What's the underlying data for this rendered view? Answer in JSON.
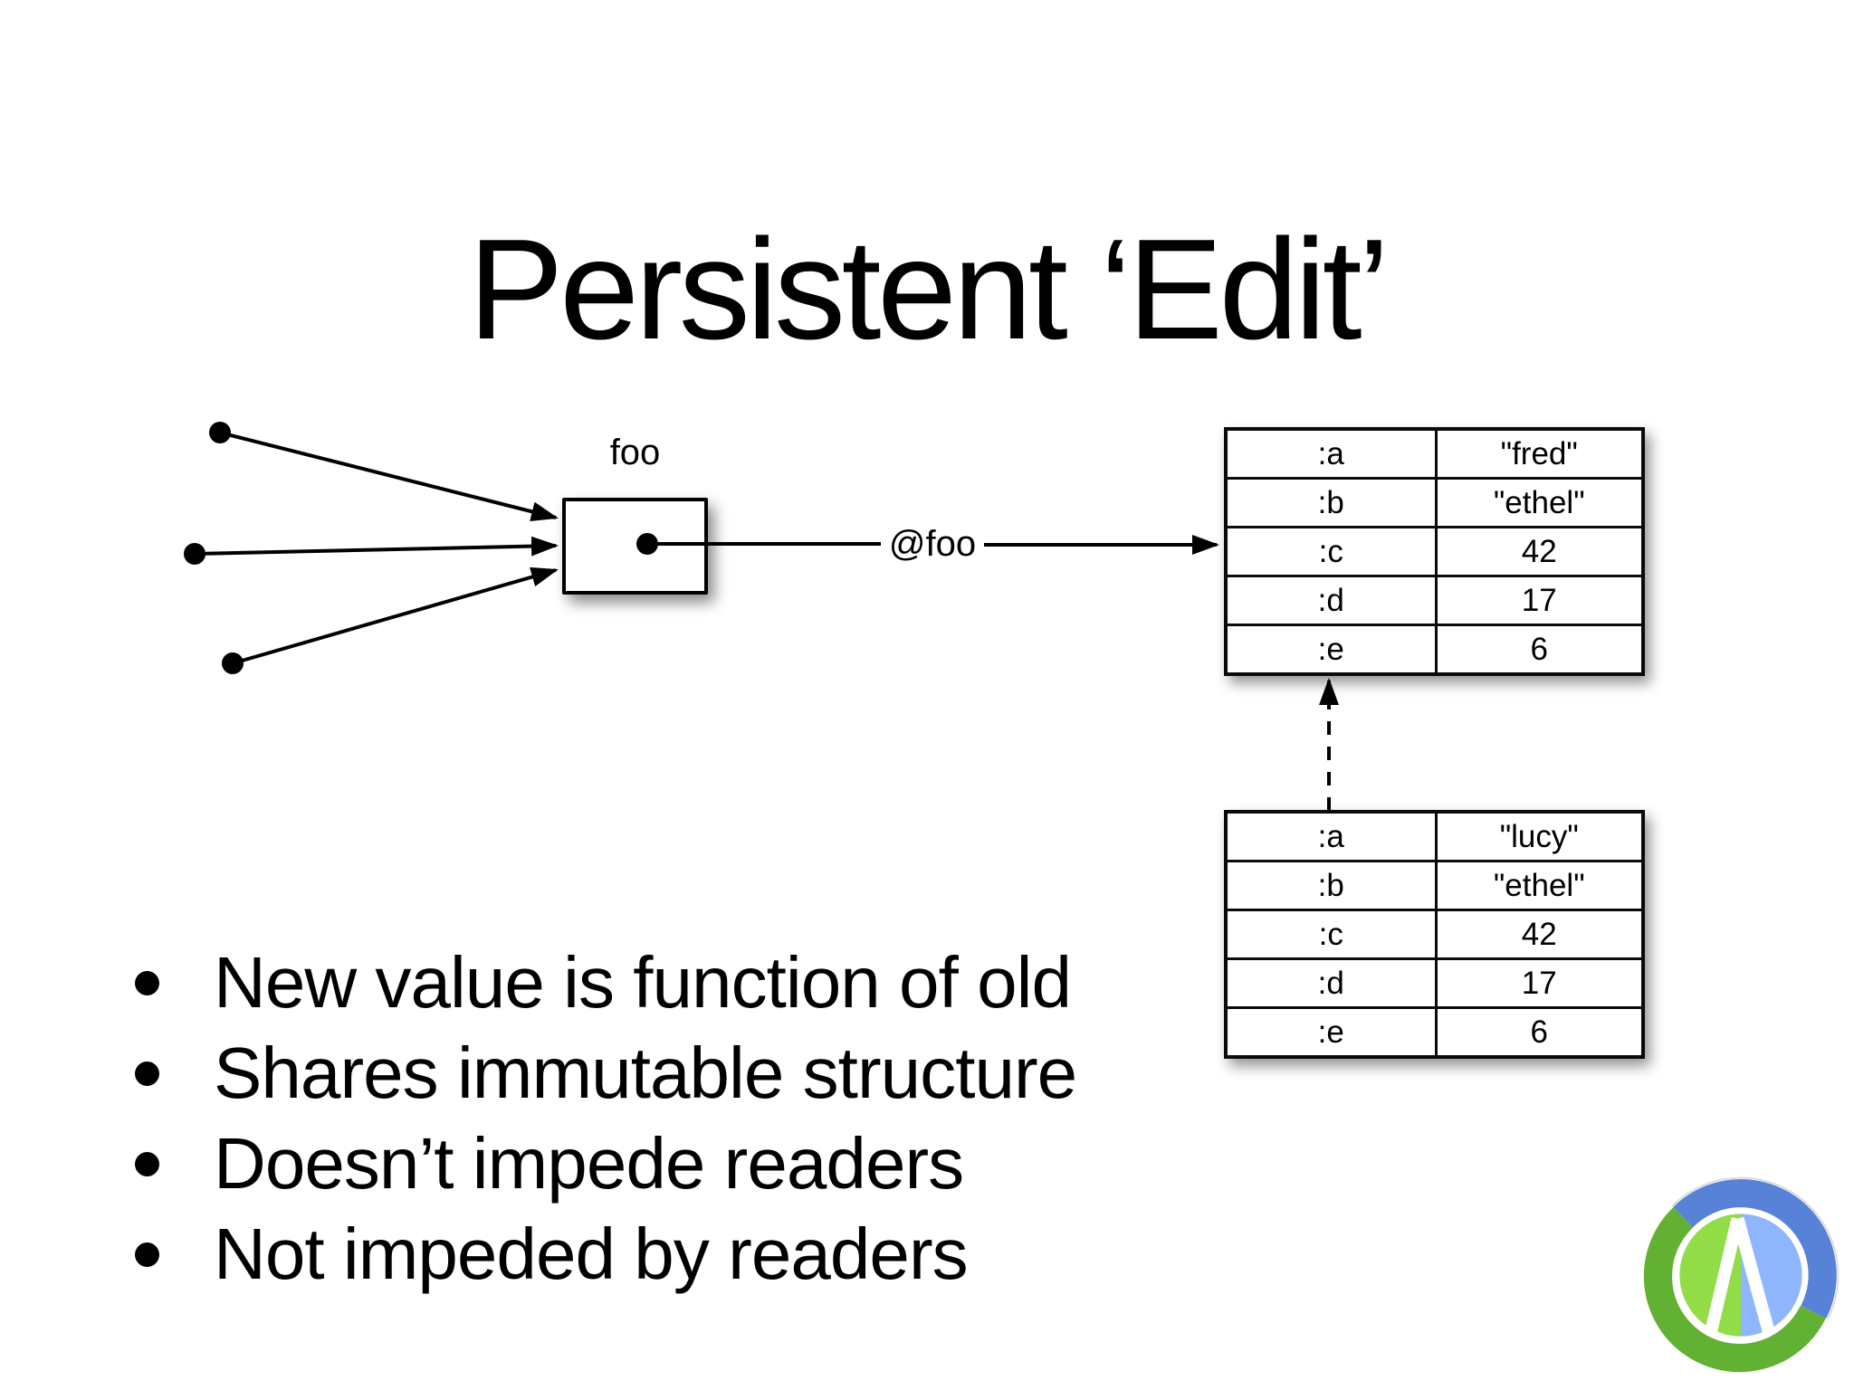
{
  "title": "Persistent ‘Edit’",
  "diagram": {
    "box_label": "foo",
    "deref_label": "@foo"
  },
  "ref_table": {
    "rows": [
      {
        "key": ":a",
        "value": "\"fred\""
      },
      {
        "key": ":b",
        "value": "\"ethel\""
      },
      {
        "key": ":c",
        "value": "42"
      },
      {
        "key": ":d",
        "value": "17"
      },
      {
        "key": ":e",
        "value": "6"
      }
    ]
  },
  "new_table": {
    "rows": [
      {
        "key": ":a",
        "value": "\"lucy\""
      },
      {
        "key": ":b",
        "value": "\"ethel\""
      },
      {
        "key": ":c",
        "value": "42"
      },
      {
        "key": ":d",
        "value": "17"
      },
      {
        "key": ":e",
        "value": "6"
      }
    ]
  },
  "bullets": [
    "New value is function of old",
    "Shares immutable structure",
    "Doesn’t impede readers",
    "Not impeded by readers"
  ],
  "logo": {
    "name": "clojure-logo",
    "colors": {
      "blue": "#5881d8",
      "green": "#63b132",
      "light_green": "#91dc47",
      "light_blue": "#8fb6fd"
    }
  }
}
